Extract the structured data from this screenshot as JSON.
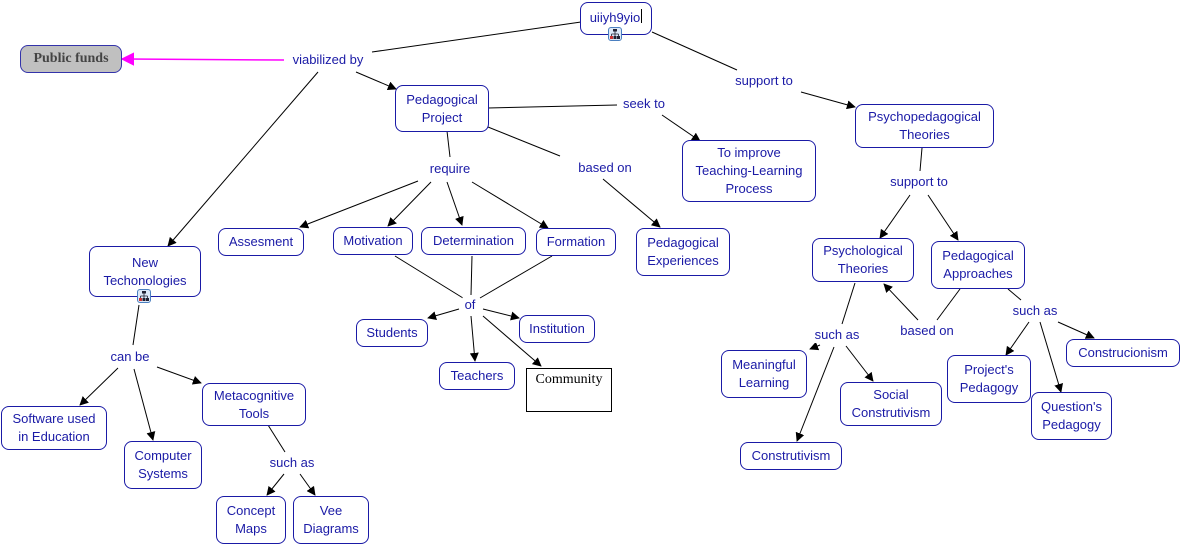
{
  "map": {
    "root": {
      "label": "uiiyh9yio",
      "has_submap": true
    },
    "concepts": {
      "public_funds": "Public funds",
      "pedagogical_project": "Pedagogical\nProject",
      "to_improve": "To improve\nTeaching-Learning\nProcess",
      "psychopedagogical_theories": "Psychopedagogical\nTheories",
      "new_technologies": "New\nTechonologies",
      "assesment": "Assesment",
      "motivation": "Motivation",
      "determination": "Determination",
      "formation": "Formation",
      "pedagogical_experiences": "Pedagogical\nExperiences",
      "students": "Students",
      "institution": "Institution",
      "teachers": "Teachers",
      "community": "Community",
      "psychological_theories": "Psychological\nTheories",
      "pedagogical_approaches": "Pedagogical\nApproaches",
      "meaningful_learning": "Meaningful\nLearning",
      "social_construtivism": "Social\nConstrutivism",
      "construtivism": "Construtivism",
      "projects_pedagogy": "Project's\nPedagogy",
      "questions_pedagogy": "Question's\nPedagogy",
      "construcionism": "Construcionism",
      "software_used": "Software used\nin Education",
      "computer_systems": "Computer\nSystems",
      "metacognitive_tools": "Metacognitive\nTools",
      "concept_maps": "Concept\nMaps",
      "vee_diagrams": "Vee\nDiagrams"
    },
    "linking_phrases": {
      "viabilized_by": "viabilized by",
      "support_to_top": "support to",
      "seek_to": "seek to",
      "require": "require",
      "based_on_top": "based on",
      "support_to_right": "support to",
      "of": "of",
      "can_be": "can be",
      "such_as_left": "such as",
      "such_as_mid": "such as",
      "based_on_right": "based on",
      "such_as_right": "such as"
    },
    "colors": {
      "concept_text": "#1a1aa6",
      "concept_border": "#1a1aa6",
      "highlight_arrow": "#ff00ff",
      "public_funds_fill": "#c0c0c0",
      "connector": "#000000"
    }
  }
}
